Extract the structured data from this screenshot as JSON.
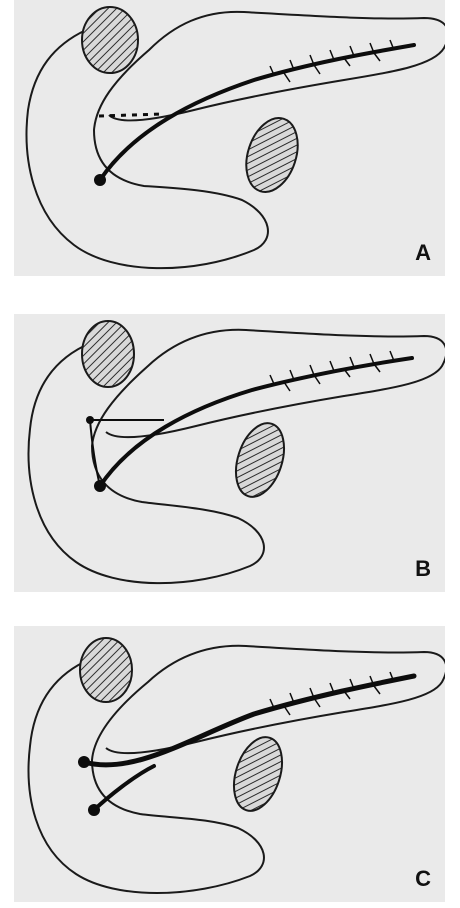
{
  "panels": [
    {
      "label": "A",
      "variant": "dotted-accessory-duct"
    },
    {
      "label": "B",
      "variant": "thin-accessory-duct"
    },
    {
      "label": "C",
      "variant": "dominant-dorsal-duct"
    }
  ],
  "colors": {
    "panel_background": "#eaeaea",
    "outline": "#1a1a1a",
    "duct": "#0d0d0d",
    "hatch": "#2a2a2a",
    "hatch_fill": "#d9d9d9"
  }
}
